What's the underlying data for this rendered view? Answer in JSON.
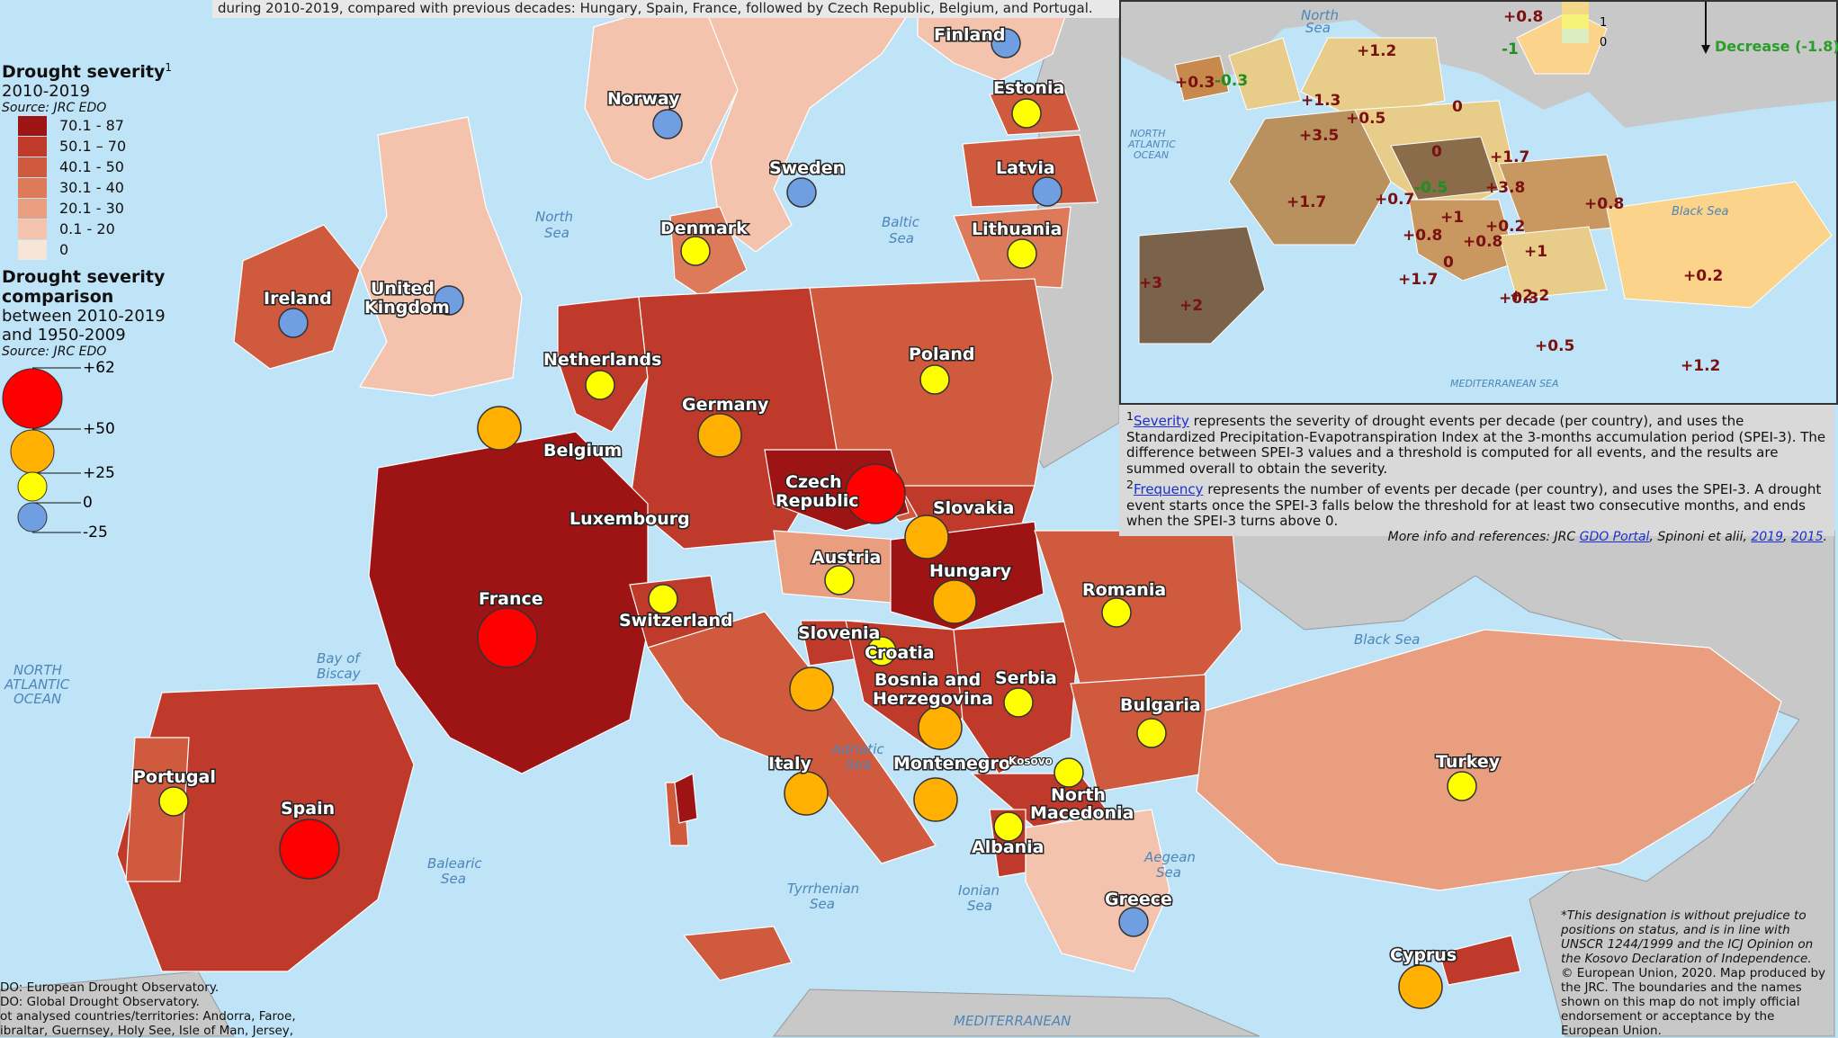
{
  "header_note": "during 2010-2019, compared with previous decades: Hungary, Spain, France, followed by Czech Republic, Belgium, and Portugal.",
  "legend": {
    "severity_title": "Drought severity",
    "severity_sup": "1",
    "severity_period": "2010-2019",
    "severity_source": "Source: JRC EDO",
    "severity_classes": [
      {
        "label": "70.1 - 87",
        "color": "#9e1414"
      },
      {
        "label": "50.1 – 70",
        "color": "#bf3a2a"
      },
      {
        "label": "40.1 - 50",
        "color": "#cf5a3e"
      },
      {
        "label": "30.1 - 40",
        "color": "#dd7a5a"
      },
      {
        "label": "20.1 - 30",
        "color": "#e99e80"
      },
      {
        "label": "0.1 - 20",
        "color": "#f3c3ad"
      },
      {
        "label": "0",
        "color": "#f7e6d8"
      }
    ],
    "comparison_title_1": "Drought severity",
    "comparison_title_2": "comparison",
    "comparison_sub_1": "between 2010-2019",
    "comparison_sub_2": "and 1950-2009",
    "comparison_source": "Source: JRC EDO",
    "comparison_classes": [
      "+62",
      "+50",
      "+25",
      "0",
      "-25"
    ]
  },
  "countries": [
    {
      "name": "Finland",
      "circle": "blue"
    },
    {
      "name": "Norway",
      "circle": "blue"
    },
    {
      "name": "Estonia",
      "circle": "yellow"
    },
    {
      "name": "Sweden",
      "circle": "blue"
    },
    {
      "name": "Latvia",
      "circle": "blue"
    },
    {
      "name": "Denmark",
      "circle": "yellow"
    },
    {
      "name": "Lithuania",
      "circle": "yellow"
    },
    {
      "name": "Ireland",
      "circle": "blue"
    },
    {
      "name": "United",
      "circle": ""
    },
    {
      "name": "Kingdom",
      "circle": "blue"
    },
    {
      "name": "Netherlands",
      "circle": "yellow"
    },
    {
      "name": "Poland",
      "circle": "yellow"
    },
    {
      "name": "Germany",
      "circle": "orange"
    },
    {
      "name": "Belgium",
      "circle": "orange"
    },
    {
      "name": "Czech",
      "circle": ""
    },
    {
      "name": "Republic",
      "circle": "red"
    },
    {
      "name": "Slovakia",
      "circle": "orange"
    },
    {
      "name": "Luxembourg",
      "circle": ""
    },
    {
      "name": "Austria",
      "circle": "yellow"
    },
    {
      "name": "Hungary",
      "circle": "orange"
    },
    {
      "name": "France",
      "circle": "red"
    },
    {
      "name": "Switzerland",
      "circle": "yellow"
    },
    {
      "name": "Romania",
      "circle": "yellow"
    },
    {
      "name": "Slovenia",
      "circle": "orange"
    },
    {
      "name": "Croatia",
      "circle": "yellow"
    },
    {
      "name": "Bosnia and",
      "circle": ""
    },
    {
      "name": "Herzegovina",
      "circle": "orange"
    },
    {
      "name": "Serbia",
      "circle": "yellow"
    },
    {
      "name": "Bulgaria",
      "circle": "yellow"
    },
    {
      "name": "Italy",
      "circle": "orange"
    },
    {
      "name": "Montenegro",
      "circle": "orange"
    },
    {
      "name": "Kosovo",
      "circle": "yellow"
    },
    {
      "name": "North",
      "circle": ""
    },
    {
      "name": "Macedonia",
      "circle": ""
    },
    {
      "name": "Albania",
      "circle": "yellow"
    },
    {
      "name": "Portugal",
      "circle": "yellow"
    },
    {
      "name": "Spain",
      "circle": "red"
    },
    {
      "name": "Turkey",
      "circle": "yellow"
    },
    {
      "name": "Greece",
      "circle": "blue"
    },
    {
      "name": "Cyprus",
      "circle": "orange"
    }
  ],
  "seas": [
    "North Sea",
    "Baltic Sea",
    "Bay of Biscay",
    "NORTH ATLANTIC OCEAN",
    "Black Sea",
    "Adriatic Sea",
    "Balearic Sea",
    "Tyrrhenian Sea",
    "Ionian Sea",
    "Aegean Sea",
    "MEDITERRANEAN"
  ],
  "inset": {
    "values": [
      "+0.8",
      "+1.2",
      "-1",
      "+0.3",
      "-0.3",
      "+1.3",
      "+0.5",
      "0",
      "+3.5",
      "0",
      "+1.7",
      "+1.7",
      "-0.5",
      "+3.8",
      "+0.7",
      "+0.8",
      "+1",
      "+0.2",
      "+1",
      "+0.8",
      "+0.8",
      "0",
      "+3",
      "+2",
      "+1.7",
      "+0.3",
      "+2.2",
      "+0.2",
      "+0.5",
      "+1.2"
    ],
    "seas": [
      "North Sea",
      "NORTH ATLANTIC OCEAN",
      "Black Sea",
      "MEDITERRANEAN SEA"
    ],
    "legend_values": [
      "1",
      "0"
    ],
    "decrease_label": "Decrease (-1.8)"
  },
  "notes": {
    "severity_link": "Severity",
    "severity_text": " represents the severity of drought events per decade (per country), and uses the Standardized Precipitation-Evapotranspiration Index at the 3-months accumulation period (SPEI-3). The difference between SPEI-3 values and a threshold is computed for all events, and the results are summed overall to obtain the severity.",
    "frequency_link": "Frequency",
    "frequency_text": " represents the number of events per decade (per country), and uses the SPEI-3. A drought event starts once the SPEI-3 falls below the threshold for at least two consecutive months, and ends when the SPEI-3 turns above 0.",
    "more_info": "More info and references: JRC ",
    "gdo_link": "GDO Portal",
    "refs_text": ", Spinoni et alii, ",
    "ref1": "2019",
    "ref2": "2015"
  },
  "bottom_left": [
    "DO: European Drought Observatory.",
    "DO: Global Drought Observatory.",
    "ot analysed countries/territories: Andorra, Faroe,",
    "ibraltar, Guernsey, Holy See, Isle of Man, Jersey,"
  ],
  "bottom_right": {
    "disclaimer": "*This designation is without prejudice to positions on status, and is in line with UNSCR 1244/1999 and the ICJ Opinion on the Kosovo Declaration of Independence.",
    "copyright": "© European Union, 2020. Map produced by the JRC. The boundaries and the names shown on this map do not imply official endorsement or acceptance by the European Union."
  },
  "colors": {
    "sea": "#bfe3f7",
    "nonanalysed": "#c8c8c8",
    "circle_red": "#ff0000",
    "circle_orange": "#ffb000",
    "circle_yellow": "#ffff00",
    "circle_blue": "#6f9fe0"
  }
}
